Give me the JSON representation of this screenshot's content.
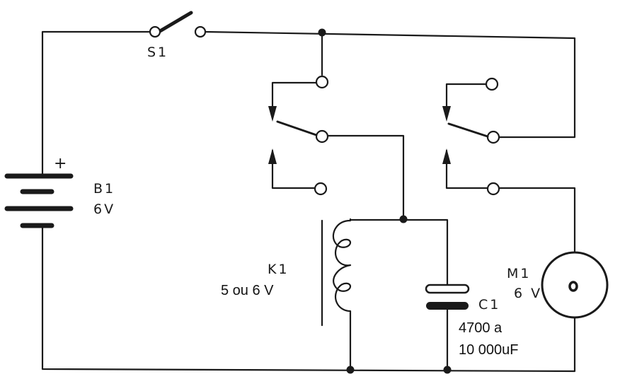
{
  "components": {
    "switch": {
      "ref": "S1"
    },
    "battery": {
      "ref": "B1",
      "value": "6V",
      "polarity": "+"
    },
    "relay": {
      "ref": "K1",
      "value": "5 ou 6 V"
    },
    "capacitor": {
      "ref": "C1",
      "value_line1": "4700 a",
      "value_line2": "10 000uF"
    },
    "motor": {
      "ref": "M1",
      "value": "6 V"
    }
  }
}
